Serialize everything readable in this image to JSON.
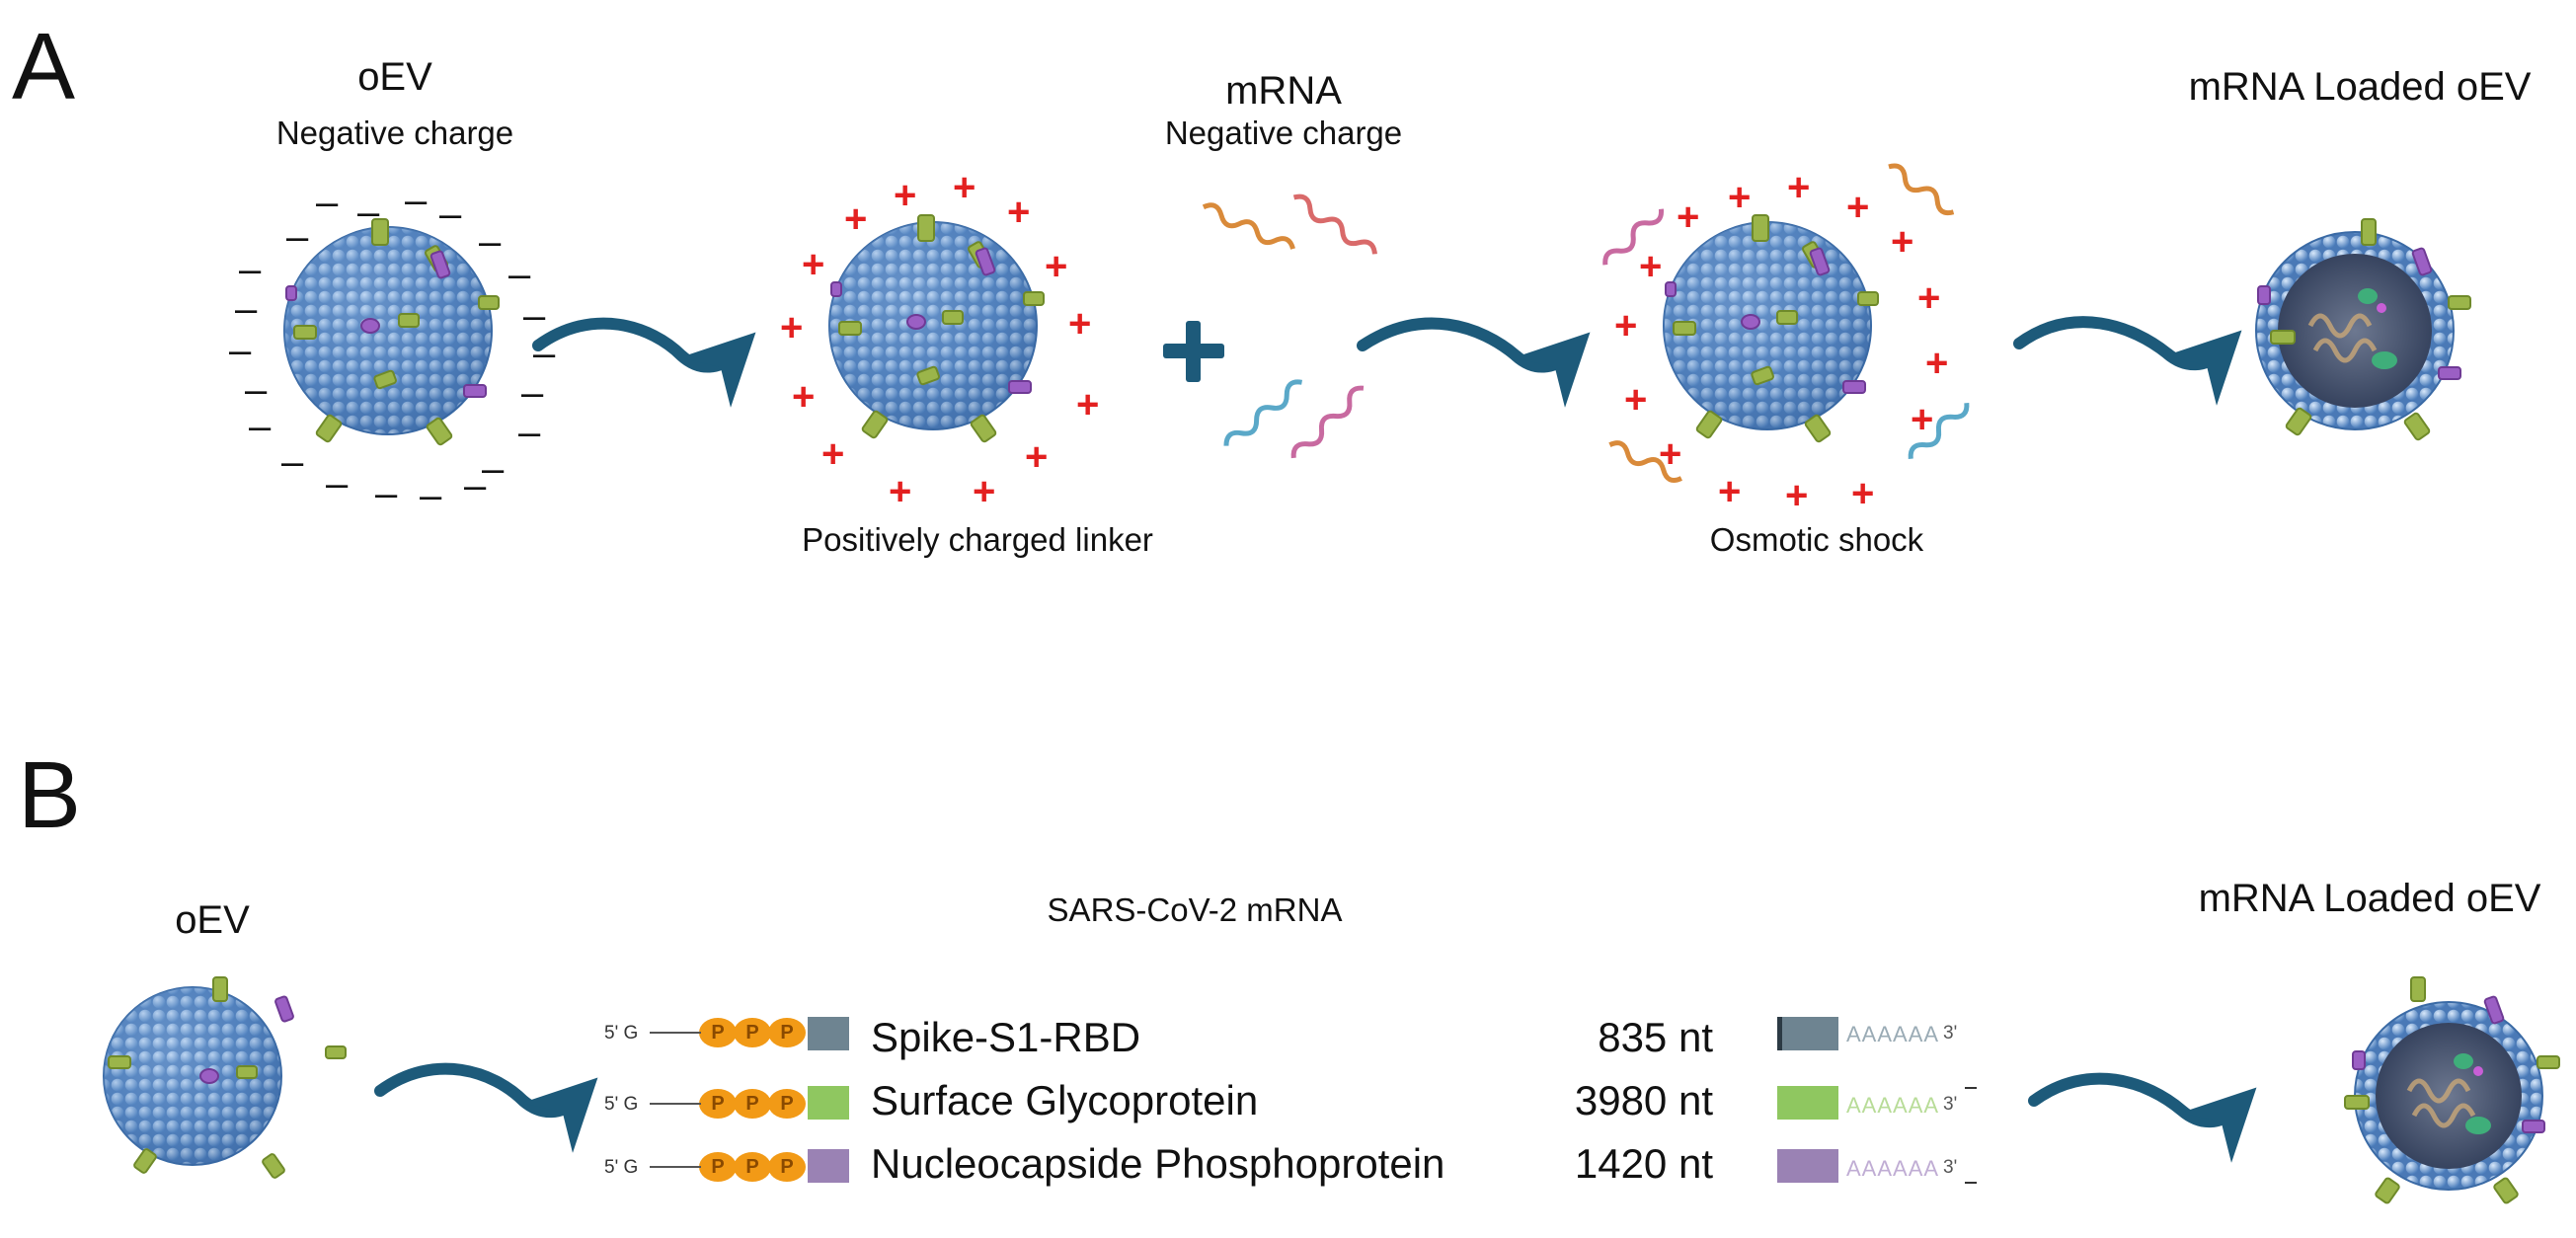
{
  "panelA": {
    "letter": "A",
    "oev_title": "oEV",
    "oev_sub": "Negative charge",
    "mrna_title": "mRNA",
    "mrna_sub": "Negative charge",
    "loaded_title": "mRNA Loaded oEV",
    "linker_caption": "Positively charged linker",
    "shock_caption": "Osmotic shock",
    "plus_symbol": "+",
    "minus_symbol": "–"
  },
  "panelB": {
    "letter": "B",
    "oev_title": "oEV",
    "mrna_title": "SARS-CoV-2 mRNA",
    "loaded_title": "mRNA Loaded oEV",
    "five_prime": "5' G",
    "cap_letter": "P",
    "three_prime": "3'",
    "poly_a": "AAAAAA",
    "rows": [
      {
        "label": "Spike-S1-RBD",
        "length": "835 nt",
        "color": "#6e8491",
        "tail_color": "#9aabb5"
      },
      {
        "label": "Surface Glycoprotein",
        "length": "3980 nt",
        "color": "#8fc760",
        "tail_color": "#b8dc98"
      },
      {
        "label": "Nucleocapside Phosphoprotein",
        "length": "1420 nt",
        "color": "#9a82b4",
        "tail_color": "#c0add4"
      }
    ]
  },
  "colors": {
    "vesicle": "#5f8fc9",
    "vesicle_dark": "#3a6aa5",
    "arrow": "#1d5a7a",
    "plus": "#e32020",
    "cap": "#f29a16",
    "protein_green": "#9bb54a",
    "protein_purple": "#9b5fc4"
  }
}
